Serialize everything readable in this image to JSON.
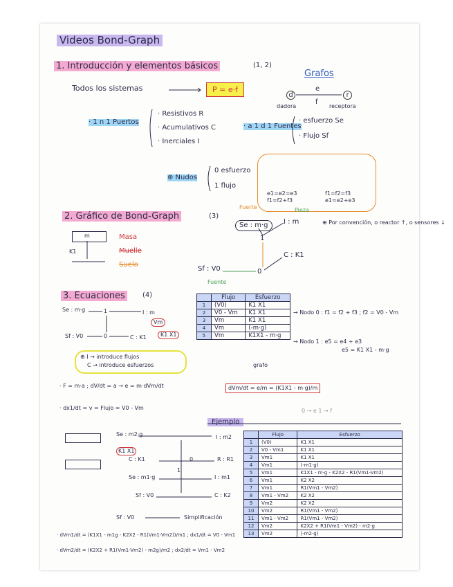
{
  "title": "Videos Bond-Graph",
  "s1": {
    "heading": "1. Introducción y elementos básicos",
    "ref": "(1, 2)",
    "grafos": "Grafos",
    "todos": "Todos los sistemas",
    "pef": "P = e·f",
    "d": "d",
    "e": "e",
    "f": "f",
    "r": "r",
    "dadora": "dadora",
    "receptora": "receptora",
    "pasivos_label": "· 1 n 1 Puertos",
    "pasivos": [
      "· Resistivos R",
      "· Acumulativos C",
      "· Inerciales I"
    ],
    "activos_label": "· a 1 d 1 Fuentes",
    "activos": [
      "· esfuerzo Se",
      "· Flujo Sf"
    ],
    "nudos_label": "⊕ Nudos",
    "nudos": [
      "0 esfuerzo",
      "1 flujo"
    ],
    "eq0": [
      "e1=e2=e3",
      "f1=f2+f3"
    ],
    "eq1": [
      "f1=f2=f3",
      "e1=e2+e3"
    ]
  },
  "s2": {
    "heading": "2. Gráfico de Bond-Graph",
    "ref": "(3)",
    "labels": {
      "masa": "Masa",
      "muelle": "Muelle",
      "suelo": "Suelo"
    },
    "se": "Se : m·g",
    "i": "I : m",
    "c": "C : K1",
    "sf": "Sf : V0",
    "fuerte": "Fuerte",
    "pieza": "Pieza",
    "fuente": "Fuente",
    "conv": "⊕ Por convención, o reactor ↑, o sensores ↓",
    "one": "1",
    "zero": "0",
    "m": "m",
    "k1": "K1"
  },
  "s3": {
    "heading": "3. Ecuaciones",
    "ref": "(4)",
    "se": "Se : m·g",
    "i": "I : m",
    "c": "C : K1",
    "sf": "Sf : V0",
    "vm": "Vm",
    "kx": "K1 X1",
    "one": "1",
    "zero": "0",
    "note": [
      "⊕ I → introduce flujos",
      "C → introduce esfuerzos"
    ],
    "table": {
      "headers": [
        "",
        "Flujo",
        "Esfuerzo"
      ],
      "rows": [
        [
          "1",
          "(V0)",
          "K1 X1"
        ],
        [
          "2",
          "V0 - Vm",
          "K1 X1"
        ],
        [
          "3",
          "Vm",
          "K1 X1"
        ],
        [
          "4",
          "Vm",
          "(-m·g)"
        ],
        [
          "5",
          "Vm",
          "K1X1 - m·g"
        ]
      ]
    },
    "nodo0": "→ Nodo 0 : f1 = f2 + f3 ; f2 = V0 - Vm",
    "nodo1": "→ Nodo 1 : e5 = e4 + e3",
    "nodo1b": "e5 = K1 X1 - m·g",
    "line1": "· F = m·a ; dV/dt = a → e = m·dVm/dt",
    "frac": "dVm/dt = e/m = (K1X1 - m·g)/m",
    "line2": "· dx1/dt = v = Flujo = V0 - Vm",
    "grafo": "grafo",
    "side": "0 → e   1 → f"
  },
  "ej": {
    "heading": "Ejemplo",
    "labels": [
      "Se : m2·g",
      "I : m2",
      "K1 X1",
      "0",
      "R : R1",
      "C : K1",
      "Se : m1·g",
      "I : m1",
      "Sf : V0",
      "C : K2",
      "1",
      "Sf : V0",
      "Simplificación"
    ],
    "table": {
      "headers": [
        "",
        "Flujo",
        "Esfuerzo"
      ],
      "rows": [
        [
          "1",
          "(V0)",
          "K1 X1"
        ],
        [
          "2",
          "V0 - Vm1",
          "K1 X1"
        ],
        [
          "3",
          "Vm1",
          "K1 X1"
        ],
        [
          "4",
          "Vm1",
          "(-m1·g)"
        ],
        [
          "5",
          "Vm1",
          "K1X1 - m·g - K2X2 - R1(Vm1-Vm2)"
        ],
        [
          "6",
          "Vm1",
          "K2 X2"
        ],
        [
          "7",
          "Vm1",
          "R1(Vm1 - Vm2)"
        ],
        [
          "8",
          "Vm1 - Vm2",
          "K2 X2"
        ],
        [
          "9",
          "Vm2",
          "K2 X2"
        ],
        [
          "10",
          "Vm2",
          "R1(Vm1 - Vm2)"
        ],
        [
          "11",
          "Vm1 - Vm2",
          "R1(Vm1 - Vm2)"
        ],
        [
          "12",
          "Vm2",
          "K2X2 + R1(Vm1 - Vm2) - m2·g"
        ],
        [
          "13",
          "Vm2",
          "(-m2·g)"
        ]
      ]
    },
    "eq": [
      "· dVm1/dt = (K1X1 - m1g - K2X2 - R1(Vm1-Vm2))/m1 ; dx1/dt = V0 - Vm1",
      "· dVm2/dt = (K2X2 + R1(Vm1-Vm2) - m2g)/m2 ; dx2/dt = Vm1 - Vm2"
    ]
  }
}
